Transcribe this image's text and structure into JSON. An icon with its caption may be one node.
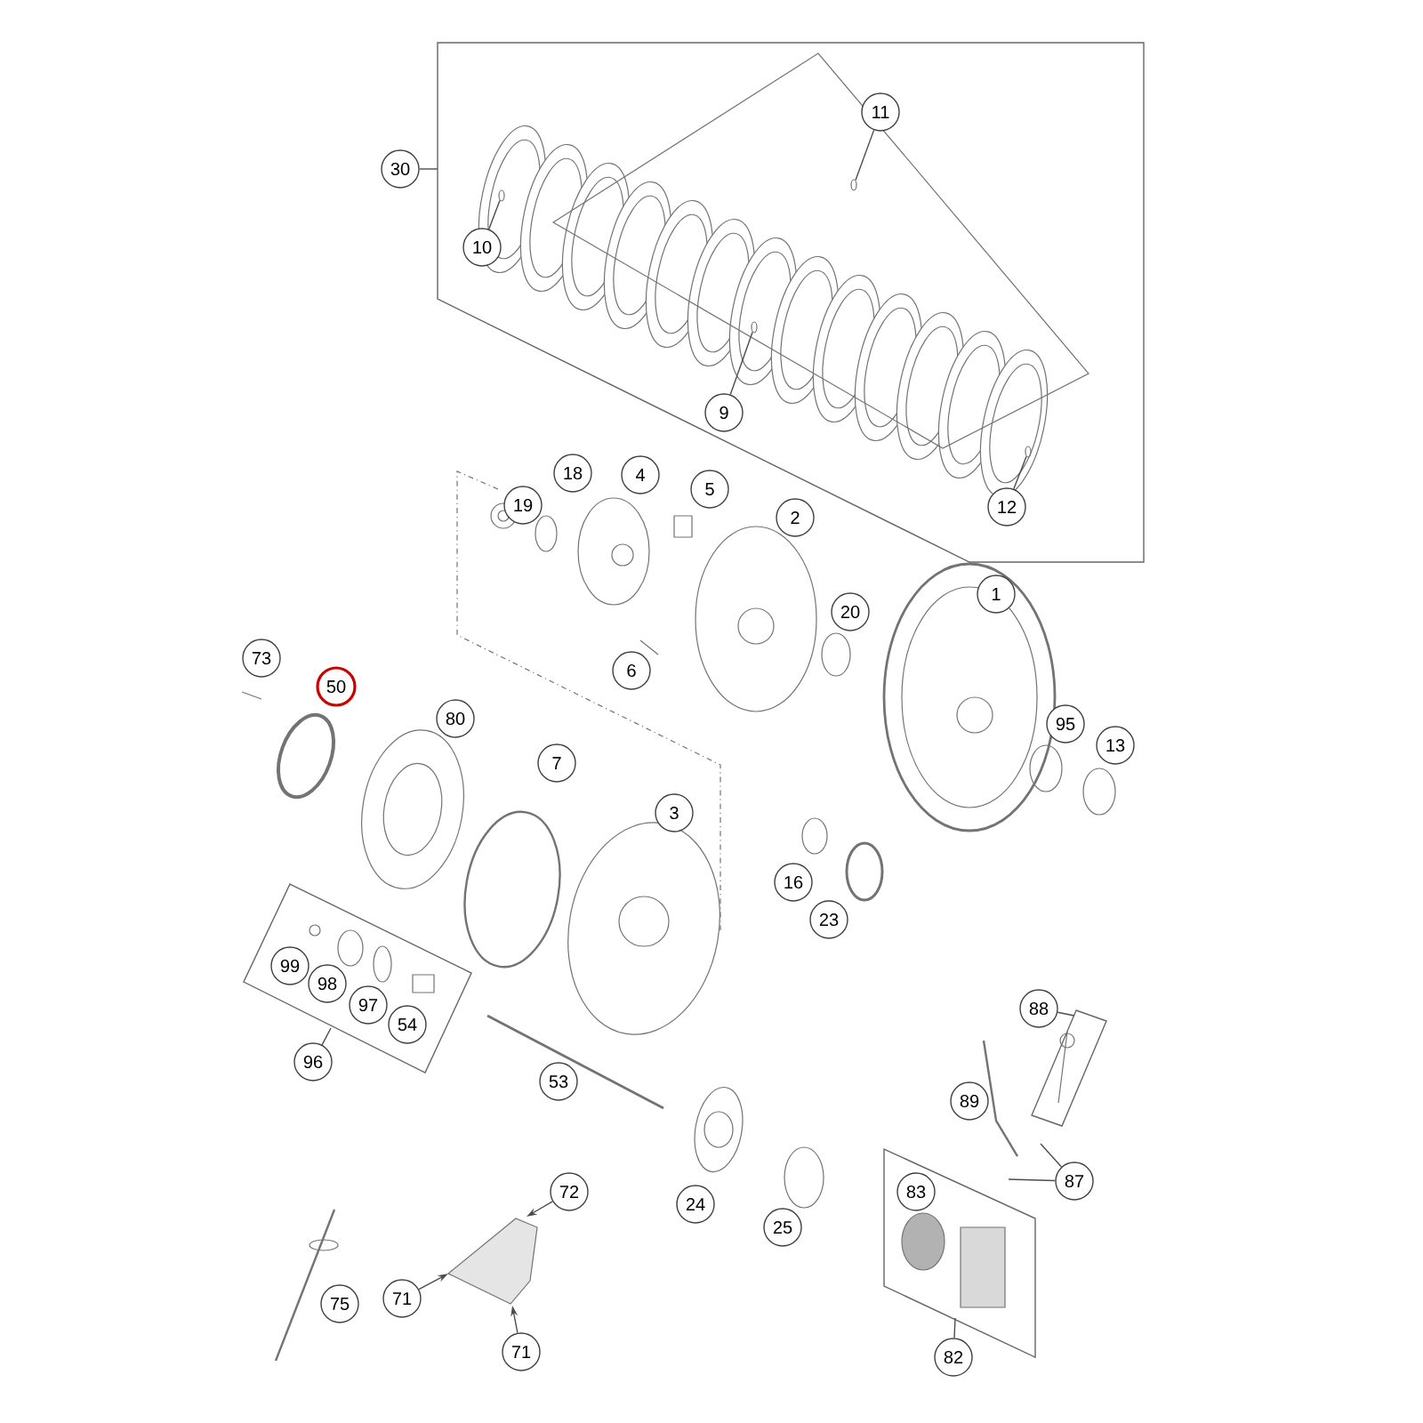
{
  "diagram": {
    "nodes": [
      {
        "text": [],
        "shape": "box"
      },
      {
        "text": [
          "30"
        ]
      },
      {
        "text": [
          "11"
        ],
        "in": 0
      },
      {
        "text": [
          "10"
        ],
        "in": 0
      },
      {
        "text": [
          "9"
        ],
        "in": 0
      },
      {
        "text": [
          "12"
        ],
        "in": 0
      },
      {
        "text": [
          "19"
        ]
      },
      {
        "text": [
          "18"
        ]
      },
      {
        "text": [
          "4"
        ]
      },
      {
        "text": [
          "5"
        ]
      },
      {
        "text": [
          "2"
        ]
      },
      {
        "text": [
          "1"
        ]
      },
      {
        "text": [
          "20"
        ]
      },
      {
        "text": [
          "6"
        ]
      },
      {
        "text": [
          "73"
        ]
      },
      {
        "text": [
          "50"
        ]
      },
      {
        "text": [
          "80"
        ]
      },
      {
        "text": [
          "95"
        ]
      },
      {
        "text": [
          "13"
        ]
      },
      {
        "text": [
          "7"
        ]
      },
      {
        "text": [
          "3"
        ]
      },
      {
        "text": [
          "16"
        ]
      },
      {
        "text": [
          "23"
        ]
      },
      {
        "text": [],
        "shape": "box"
      },
      {
        "text": [
          "99"
        ],
        "in": 23
      },
      {
        "text": [
          "98"
        ],
        "in": 23
      },
      {
        "text": [
          "97"
        ],
        "in": 23
      },
      {
        "text": [
          "54"
        ],
        "in": 23
      },
      {
        "text": [
          "96"
        ]
      },
      {
        "text": [
          "88"
        ]
      },
      {
        "text": [],
        "shape": "box"
      },
      {
        "text": [
          "53"
        ]
      },
      {
        "text": [
          "89"
        ]
      },
      {
        "text": [
          "87"
        ]
      },
      {
        "text": [
          "72"
        ]
      },
      {
        "text": [
          "24"
        ]
      },
      {
        "text": [
          "25"
        ]
      },
      {
        "text": [],
        "shape": "box"
      },
      {
        "text": [
          "83"
        ],
        "in": 37
      },
      {
        "text": [
          "75"
        ]
      },
      {
        "text": [
          "71"
        ]
      },
      {
        "text": [
          "71"
        ]
      },
      {
        "text": [
          "82"
        ]
      },
      {
        "text": [],
        "shape": "picture",
        "in": 0
      },
      {
        "text": [],
        "shape": "picture",
        "in": 0
      },
      {
        "text": [],
        "shape": "picture",
        "in": 0
      },
      {
        "text": [],
        "shape": "picture",
        "in": 0
      }
    ],
    "edges": [
      {
        "from": 1,
        "to": 0,
        "arrow": "none"
      },
      {
        "from": 2,
        "to": 43,
        "arrow": "none"
      },
      {
        "from": 3,
        "to": 44,
        "arrow": "none"
      },
      {
        "from": 4,
        "to": 45,
        "arrow": "none"
      },
      {
        "from": 5,
        "to": 46,
        "arrow": "none"
      },
      {
        "from": 28,
        "to": 23,
        "arrow": "none"
      },
      {
        "from": 29,
        "to": 30,
        "arrow": "none"
      },
      {
        "from": 33,
        "to": null,
        "arrow": "none"
      },
      {
        "from": 33,
        "to": null,
        "arrow": "none"
      },
      {
        "from": 34,
        "to": null,
        "arrow": "to"
      },
      {
        "from": 40,
        "to": null,
        "arrow": "to"
      },
      {
        "from": 41,
        "to": null,
        "arrow": "to"
      },
      {
        "from": 42,
        "to": 37,
        "arrow": "none"
      }
    ]
  }
}
